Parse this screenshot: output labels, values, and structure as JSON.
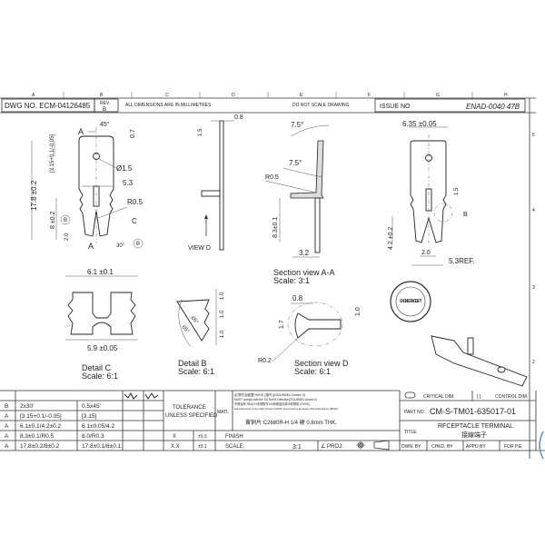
{
  "columns": [
    "A",
    "B",
    "C",
    "D",
    "E",
    "F",
    "G",
    "H"
  ],
  "rows": [
    "5",
    "4",
    "3",
    "2"
  ],
  "header": {
    "dwg_no": "DWG NO. ECM-04126485",
    "rev_label": "REV.",
    "rev_value": "B",
    "units_note": "ALL DIMENSIONS ARE IN MILLIMETRES",
    "scale_note": "DO NOT SCALE DRAWING",
    "issue_label": "ISSUE NO",
    "issue_value": "ENAD-0040 47B"
  },
  "views": {
    "front": {
      "section_label": "A",
      "dims": [
        "45°",
        "0.7",
        "[3.15+0.1/-0.05]",
        "Ø1.5",
        "17.8 ±0.2",
        "5.3",
        "R0.5",
        "C",
        "B",
        "8 ±0.2",
        "2.0",
        "30°",
        "B"
      ]
    },
    "view_d": {
      "label": "VIEW D",
      "dims": [
        "0.8",
        "1.5"
      ]
    },
    "section_aa": {
      "label": "Section view A-A",
      "scale": "Scale:   3:1",
      "dims": [
        "7.5°",
        "7.5°",
        "R0.5",
        "8.3±0.1",
        "3.2"
      ]
    },
    "right": {
      "dims": [
        "6.35 ±0.05",
        "1.5",
        "B",
        "4.2 ±0.2",
        "2.0",
        "5.3REF."
      ]
    },
    "detail_c": {
      "label": "Detail C",
      "scale": "Scale:  6:1",
      "dims": [
        "6.1 ±0.1",
        "5.9 ±0.05"
      ]
    },
    "detail_b": {
      "label": "Detail B",
      "scale": "Scale:  6:1",
      "dims": [
        "1.0",
        "1.0",
        "1.0",
        "65°",
        "65°"
      ]
    },
    "section_d": {
      "label": "Section view D",
      "scale": "Scale:  6:1",
      "dims": [
        "0.8",
        "1.7",
        "1.0",
        "R0.2"
      ]
    },
    "stamp": {
      "text": "ENGINEERING DEPT."
    }
  },
  "revisions": [
    {
      "rev": "B",
      "from": "2x30'",
      "to": "0.5x45'"
    },
    {
      "rev": "A",
      "from": "[3.15+0.1/-0.05]",
      "to": "[3.15]"
    },
    {
      "rev": "A",
      "from": "6.1±0.1/4.2±0.2",
      "to": "6.1±0.05/4.2"
    },
    {
      "rev": "A",
      "from": "8.3±0.1/R0.5",
      "to": "8.0/R0.3"
    },
    {
      "rev": "A",
      "from": "17.8±0.2/8±0.2",
      "to": "17.8±0.1/8±0.1"
    }
  ],
  "title_block": {
    "tolerance_label": "TOLERANCE",
    "tolerance_sub": "UNLESS SPECIFIED",
    "matl_label": "MATL",
    "tolerances": [
      {
        "key": "X",
        "value": "±0.3"
      },
      {
        "key": "X.X",
        "value": "±0.1"
      }
    ],
    "finish_label": "FINISH",
    "scale_label": "SCALE:",
    "scale_value": "3:1",
    "proj_label": "∠ PROJ:",
    "rohs_lines": [
      "必须符合欧盟 RoHS (指令)(2011/65/EU Annex II)",
      "MUST comply with the EU RoHS Directive(2011/65/EU Annex II)",
      "不得含有 REACH法规附件XIV和候选清单中的物质 (SVHC)",
      "and substances of Very High Concern (SVHC) announced by European Chemicals Agency (ECHA)"
    ],
    "material": "黄铜片 C2680R-H 1/4 硬 0.8mm THK.",
    "critical_dim": "CRITICAL DIM.",
    "control_dim_bracket": "[   ]",
    "control_dim": "CONTROL DIM.",
    "part_no_label": "PART NO.",
    "part_no": "CM-S-TM01-635017-01",
    "title_label": "TITLE",
    "title_en": "RFCEPTACLE TERMINAL",
    "title_cn": "接線端子",
    "signoffs": [
      "DWN. BY",
      "CHKD. BY",
      "APPD BY",
      "FOR P.E."
    ]
  }
}
